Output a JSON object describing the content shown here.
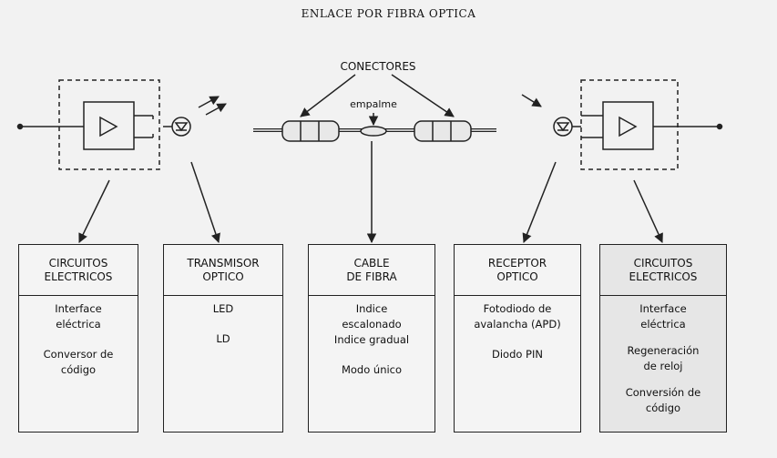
{
  "title": "ENLACE POR FIBRA OPTICA",
  "labels": {
    "conectores": "CONECTORES",
    "empalme": "empalme"
  },
  "boxes": [
    {
      "head": [
        "CIRCUITOS",
        "ELECTRICOS"
      ],
      "items": [
        [
          "Interface",
          "eléctrica"
        ],
        [
          "Conversor de",
          "código"
        ]
      ]
    },
    {
      "head": [
        "TRANSMISOR",
        "OPTICO"
      ],
      "items": [
        [
          "LED"
        ],
        [
          "LD"
        ]
      ]
    },
    {
      "head": [
        "CABLE",
        "DE FIBRA"
      ],
      "items": [
        [
          "Indice",
          "escalonado",
          "Indice gradual"
        ],
        [
          "Modo único"
        ]
      ]
    },
    {
      "head": [
        "RECEPTOR",
        "OPTICO"
      ],
      "items": [
        [
          "Fotodiodo de",
          "avalancha (APD)"
        ],
        [
          "Diodo PIN"
        ]
      ]
    },
    {
      "head": [
        "CIRCUITOS",
        "ELECTRICOS"
      ],
      "items": [
        [
          "Interface",
          "eléctrica"
        ],
        [
          "Regeneración",
          "de reloj"
        ],
        [
          "Conversión de",
          "código"
        ]
      ]
    }
  ]
}
